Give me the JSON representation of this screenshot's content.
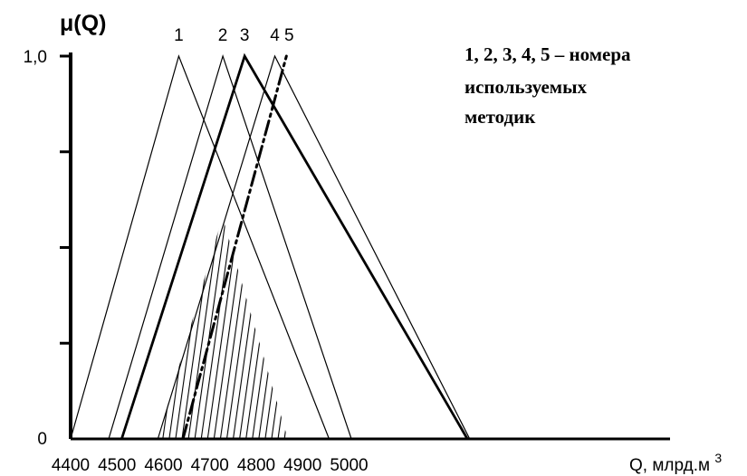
{
  "chart_data": {
    "type": "line",
    "y_axis_title": "μ(Q)",
    "x_axis_title": "Q, млрд.м",
    "x_axis_title_sup": "3",
    "x_ticks": [
      4400,
      4500,
      4600,
      4700,
      4800,
      4900,
      5000
    ],
    "x_tick_labels": [
      "4400",
      "4500",
      "4600",
      "4700",
      "4800",
      "4900",
      "5000"
    ],
    "y_ticks": [
      0,
      0.25,
      0.5,
      0.75,
      1.0
    ],
    "y_tick_labels": [
      "0",
      "",
      "",
      "",
      "1,0"
    ],
    "xlim": [
      4400,
      5270
    ],
    "ylim": [
      0,
      1.0
    ],
    "series": [
      {
        "name": "1",
        "points": [
          [
            4400,
            0
          ],
          [
            4633,
            1.0
          ],
          [
            4957,
            0
          ]
        ],
        "stroke_width": 1.2
      },
      {
        "name": "2",
        "points": [
          [
            4482,
            0
          ],
          [
            4728,
            1.0
          ],
          [
            5005,
            0
          ]
        ],
        "stroke_width": 1.2
      },
      {
        "name": "3",
        "points": [
          [
            4510,
            0
          ],
          [
            4775,
            1.0
          ],
          [
            5255,
            0
          ]
        ],
        "stroke_width": 2.8
      },
      {
        "name": "4",
        "points": [
          [
            4588,
            0
          ],
          [
            4840,
            1.0
          ],
          [
            5260,
            0
          ]
        ],
        "stroke_width": 1.2
      },
      {
        "name": "5",
        "points": [
          [
            4642,
            0
          ],
          [
            4865,
            1.0
          ]
        ],
        "stroke_width": 3,
        "dashed": true
      }
    ],
    "hatched_region": [
      [
        4588,
        0
      ],
      [
        4727,
        0.58
      ],
      [
        4868,
        0
      ]
    ],
    "annotation_lines": [
      "1, 2, 3, 4, 5 – номера",
      "используемых",
      "методик"
    ]
  }
}
